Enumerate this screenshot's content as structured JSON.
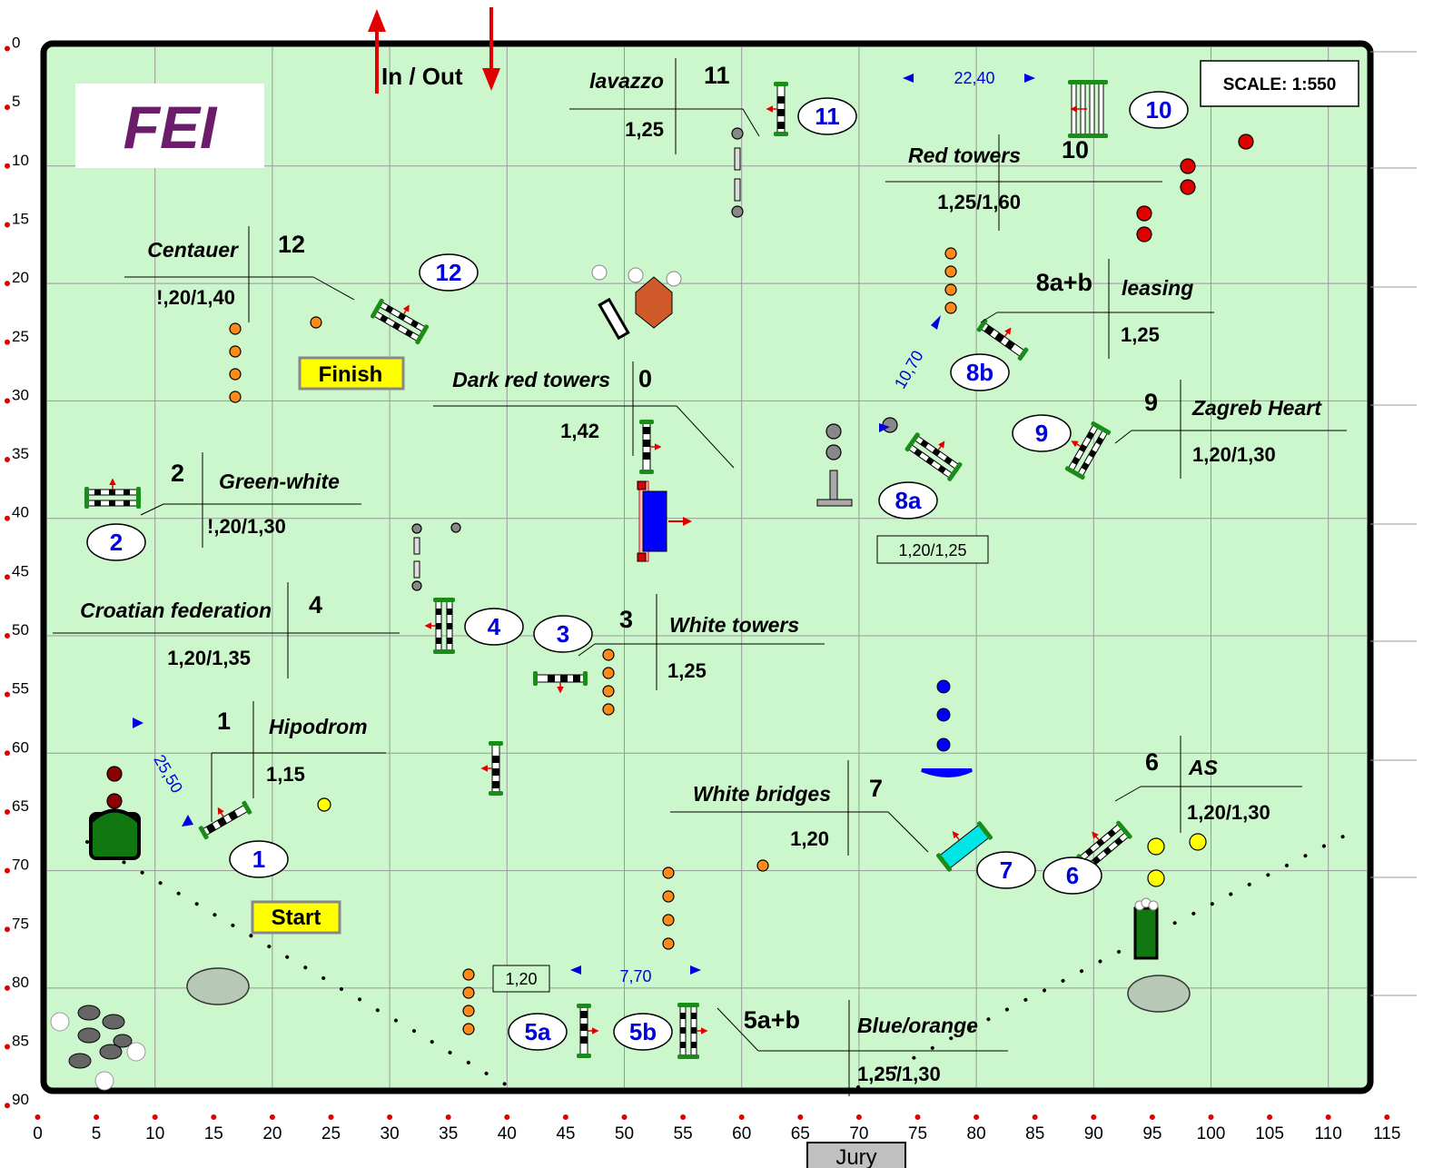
{
  "scale_label": "SCALE:  1:550",
  "in_out_label": "In / Out",
  "jury_label": "Jury",
  "logo_text": "FEI",
  "start_label": "Start",
  "finish_label": "Finish",
  "x_ticks": [
    "0",
    "5",
    "10",
    "15",
    "20",
    "25",
    "30",
    "35",
    "40",
    "45",
    "50",
    "55",
    "60",
    "65",
    "70",
    "75",
    "80",
    "85",
    "90",
    "95",
    "100",
    "105",
    "110",
    "115"
  ],
  "y_ticks": [
    "0",
    "5",
    "10",
    "15",
    "20",
    "25",
    "30",
    "35",
    "40",
    "45",
    "50",
    "55",
    "60",
    "65",
    "70",
    "75",
    "80",
    "85",
    "90"
  ],
  "obstacles": [
    {
      "num": "0",
      "name": "Dark red towers",
      "height": "1,42"
    },
    {
      "num": "1",
      "name": "Hipodrom",
      "height": "1,15"
    },
    {
      "num": "2",
      "name": "Green-white",
      "height": "!,20/1,30"
    },
    {
      "num": "3",
      "name": "White towers",
      "height": "1,25"
    },
    {
      "num": "4",
      "name": "Croatian federation",
      "height": "1,20/1,35"
    },
    {
      "num": "5a+b",
      "name": "Blue/orange",
      "height": "1,25/1,30"
    },
    {
      "num": "6",
      "name": "AS",
      "height": "1,20/1,30"
    },
    {
      "num": "7",
      "name": "White bridges",
      "height": "1,20"
    },
    {
      "num": "8a+b",
      "name": "leasing",
      "height": "1,25"
    },
    {
      "num": "9",
      "name": "Zagreb Heart",
      "height": "1,20/1,30"
    },
    {
      "num": "10",
      "name": "Red towers",
      "height": "1,25/1,60"
    },
    {
      "num": "11",
      "name": "lavazzo",
      "height": "1,25"
    },
    {
      "num": "12",
      "name": "Centauer",
      "height": "!,20/1,40"
    }
  ],
  "fence_numbers": [
    "1",
    "2",
    "3",
    "4",
    "5a",
    "5b",
    "6",
    "7",
    "8a",
    "8b",
    "9",
    "10",
    "11",
    "12"
  ],
  "distances": [
    {
      "label": "22,40"
    },
    {
      "label": "10,70"
    },
    {
      "label": "25,50"
    },
    {
      "label": "7,70"
    }
  ],
  "boxed_heights": [
    "1,20/1,25",
    "1,20"
  ],
  "colors": {
    "arena": "#ccf7cc",
    "grid": "#999999",
    "fence_number": "#0000dd",
    "arrow": "#e00000",
    "orange_marker": "#ff8000",
    "red_marker": "#e00000",
    "yellow_marker": "#ffff00",
    "blue_marker": "#0000ff",
    "label_bg": "#ffff00"
  }
}
